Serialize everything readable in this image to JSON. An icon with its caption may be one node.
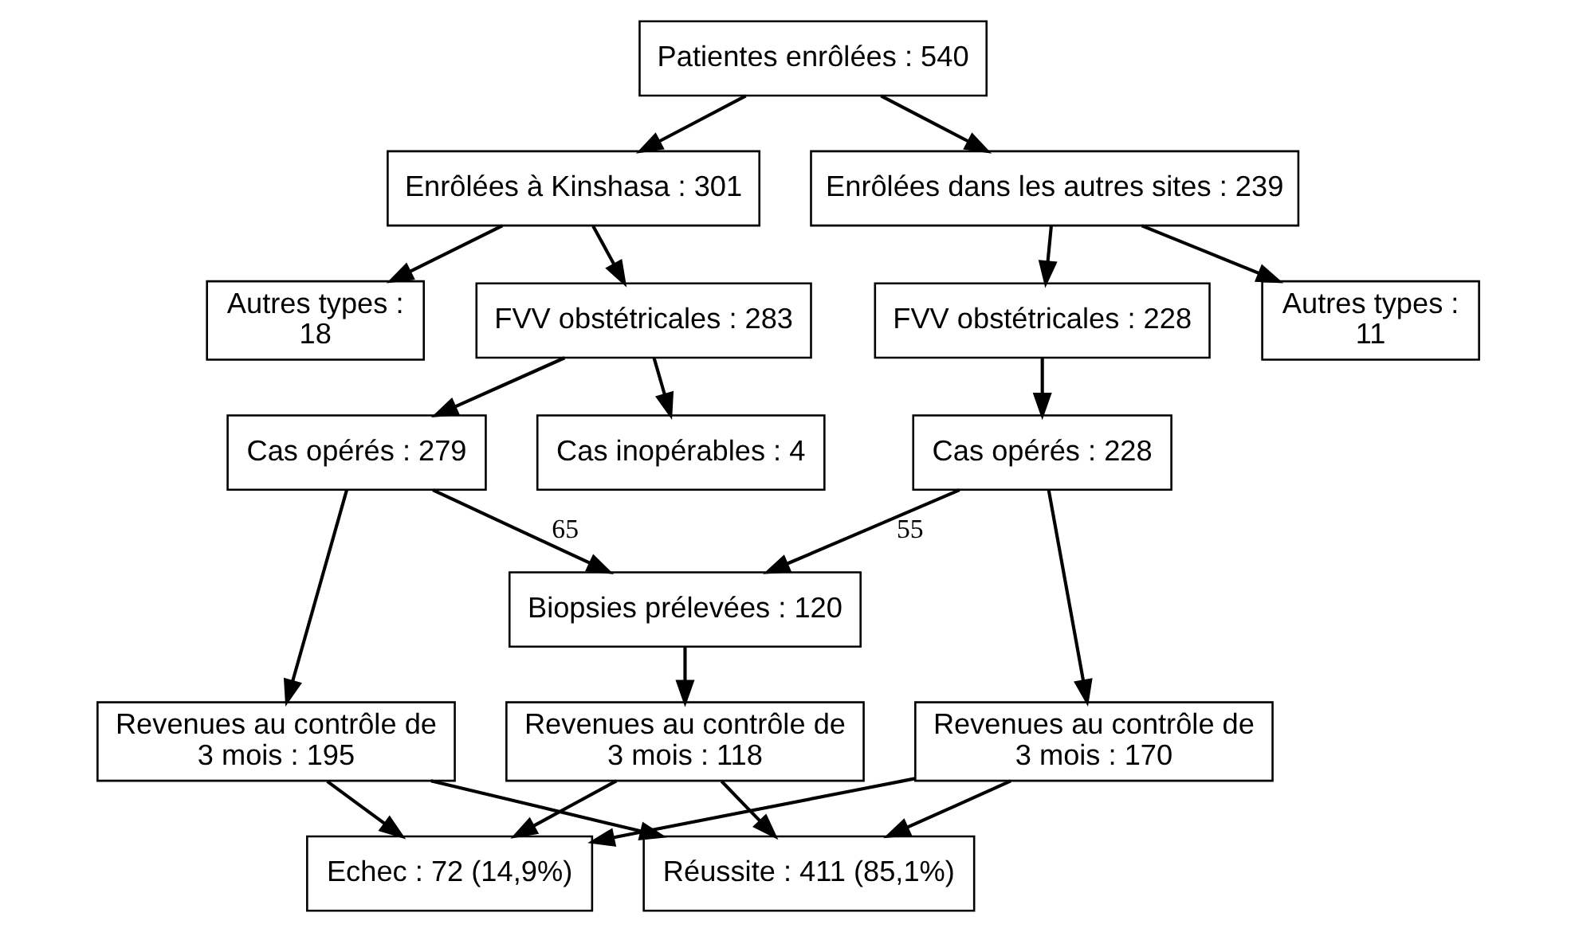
{
  "diagram": {
    "nodes": [
      {
        "text": [
          "Patientes enrôlées : 540"
        ]
      },
      {
        "text": [
          "Enrôlées à Kinshasa : 301"
        ]
      },
      {
        "text": [
          "Enrôlées dans les autres sites : 239"
        ]
      },
      {
        "text": [
          "Autres types : 18"
        ]
      },
      {
        "text": [
          "Autres types : 11"
        ]
      },
      {
        "text": [
          "FVV obstétricales : 283"
        ]
      },
      {
        "text": [
          "FVV obstétricales : 228"
        ]
      },
      {
        "text": [
          "Cas inopérables : 4"
        ]
      },
      {
        "text": [
          "Cas opérés : 279"
        ]
      },
      {
        "text": [
          "Cas opérés : 228"
        ]
      },
      {
        "text": [
          "Biopsies prélevées : 120"
        ]
      },
      {
        "text": [
          "Revenues au contrôle de 3 mois : 195"
        ]
      },
      {
        "text": [
          "Revenues au contrôle de 3 mois : 118"
        ]
      },
      {
        "text": [
          "Revenues au contrôle de 3 mois : 170"
        ]
      },
      {
        "text": [
          "Réussite : 411 (85,1%)"
        ]
      },
      {
        "text": [
          "Echec : 72 (14,9%)"
        ]
      }
    ],
    "edges": [
      {
        "from": 0,
        "to": 1,
        "arrow": "to"
      },
      {
        "from": 0,
        "to": 2,
        "arrow": "to"
      },
      {
        "from": 1,
        "to": 3,
        "arrow": "to"
      },
      {
        "from": 1,
        "to": 5,
        "arrow": "to"
      },
      {
        "from": 2,
        "to": 4,
        "arrow": "to"
      },
      {
        "from": 2,
        "to": 6,
        "arrow": "to"
      },
      {
        "from": 5,
        "to": 7,
        "arrow": "to"
      },
      {
        "from": 5,
        "to": 8,
        "arrow": "to"
      },
      {
        "from": 6,
        "to": 9,
        "arrow": "to"
      },
      {
        "from": 8,
        "to": 10,
        "arrow": "to",
        "label": "65"
      },
      {
        "from": 8,
        "to": 11,
        "arrow": "to"
      },
      {
        "from": 9,
        "to": 10,
        "arrow": "to",
        "label": "55"
      },
      {
        "from": 9,
        "to": 13,
        "arrow": "to"
      },
      {
        "from": 10,
        "to": 12,
        "arrow": "to"
      },
      {
        "from": 11,
        "to": 14,
        "arrow": "to"
      },
      {
        "from": 11,
        "to": 15,
        "arrow": "to"
      },
      {
        "from": 12,
        "to": 14,
        "arrow": "to"
      },
      {
        "from": 12,
        "to": 15,
        "arrow": "to"
      },
      {
        "from": 13,
        "to": 14,
        "arrow": "to"
      },
      {
        "from": 13,
        "to": 15,
        "arrow": "to"
      }
    ]
  }
}
